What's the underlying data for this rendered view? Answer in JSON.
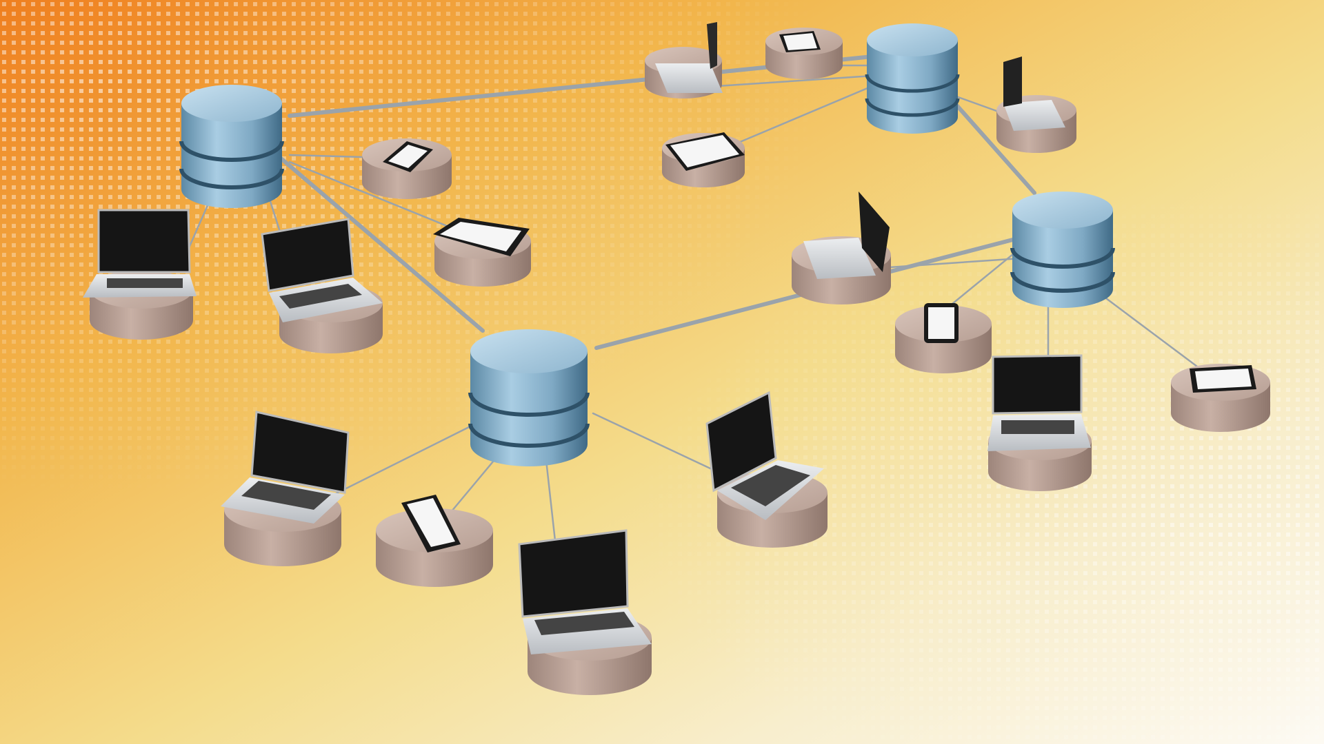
{
  "scene": {
    "subject": "",
    "palette": {
      "background_top_left": "#f08a2a",
      "background_mid": "#f3cf72",
      "background_bottom_right": "#fbf6ea",
      "dot_pattern": "#ffffff",
      "server": "#8fb8d4",
      "server_dark": "#4f7d99",
      "pedestal": "#bfa69b",
      "pedestal_dark": "#a38a80",
      "laptop_body": "#d8dadd",
      "screen": "#111111",
      "tablet_screen": "#f7f7f7",
      "cable": "#9aa3ab"
    }
  },
  "servers": [
    {
      "name": "server-top-left"
    },
    {
      "name": "server-top-right"
    },
    {
      "name": "server-middle-right"
    },
    {
      "name": "server-center"
    }
  ],
  "devices": [
    {
      "name": "laptop"
    },
    {
      "name": "phone"
    },
    {
      "name": "tablet"
    }
  ]
}
